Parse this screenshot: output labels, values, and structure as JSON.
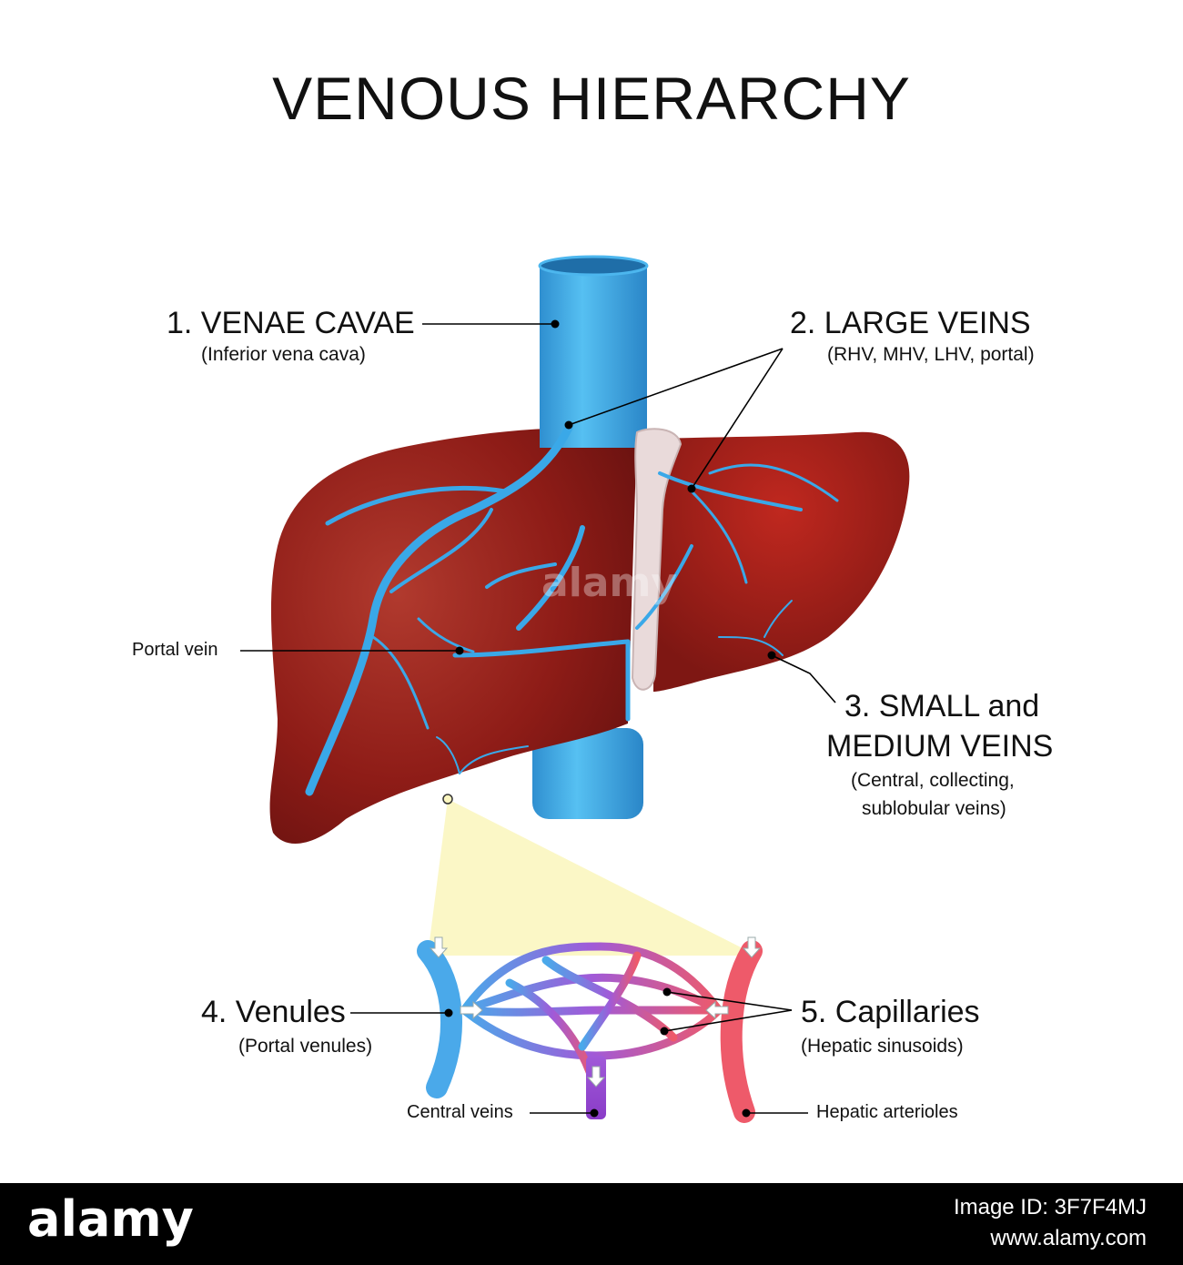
{
  "title": "VENOUS HIERARCHY",
  "labels": {
    "venae_cavae": "1. VENAE CAVAE",
    "venae_cavae_sub": "(Inferior vena cava)",
    "large_veins": "2. LARGE VEINS",
    "large_veins_sub": "(RHV, MHV, LHV, portal)",
    "portal_vein": "Portal vein",
    "small_medium_1": "3. SMALL and",
    "small_medium_2": "MEDIUM VEINS",
    "small_medium_sub1": "(Central, collecting,",
    "small_medium_sub2": "sublobular veins)",
    "venules": "4. Venules",
    "venules_sub": "(Portal venules)",
    "capillaries": "5. Capillaries",
    "capillaries_sub": "(Hepatic sinusoids)",
    "central_veins": "Central veins",
    "hepatic_arterioles": "Hepatic arterioles"
  },
  "watermark": "alamy",
  "footer": {
    "brand": "alamy",
    "image_id": "Image ID: 3F7F4MJ",
    "site": "www.alamy.com"
  },
  "colors": {
    "liver": "#8e1c17",
    "vein_blue": "#3aa8e8",
    "artery_red": "#e8555a",
    "capillary_purple": "#a05ad8",
    "ligament": "#e8d8d8",
    "magnifier": "#fbf6c0"
  }
}
